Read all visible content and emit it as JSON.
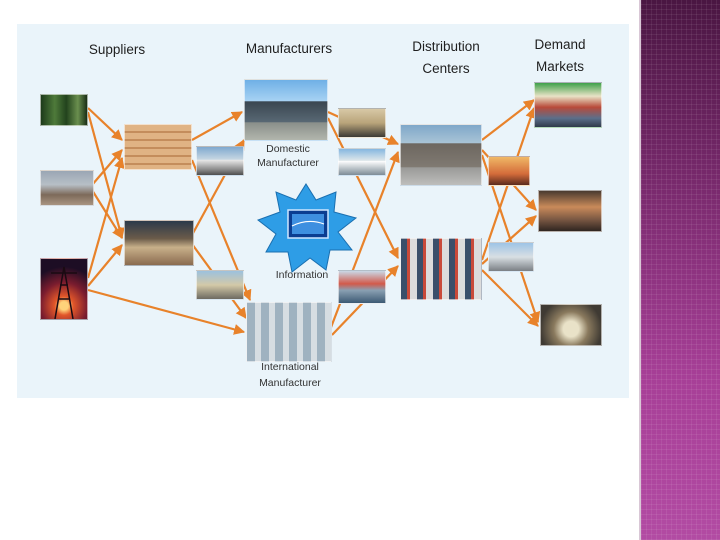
{
  "headers": {
    "suppliers": "Suppliers",
    "manufacturers": "Manufacturers",
    "distribution_line1": "Distribution",
    "distribution_line2": "Centers",
    "demand_line1": "Demand",
    "demand_line2": "Markets"
  },
  "labels": {
    "domestic_line1": "Domestic",
    "domestic_line2": "Manufacturer",
    "information": "Information",
    "international_line1": "International",
    "international_line2": "Manufacturer"
  },
  "colors": {
    "arrow": "#e8822a",
    "panel_bg": "#eaf4fa",
    "star_fill": "#2e9de6",
    "side_band": "#9c3a8e"
  },
  "icons": {
    "information_center": "computer-screen-icon"
  }
}
